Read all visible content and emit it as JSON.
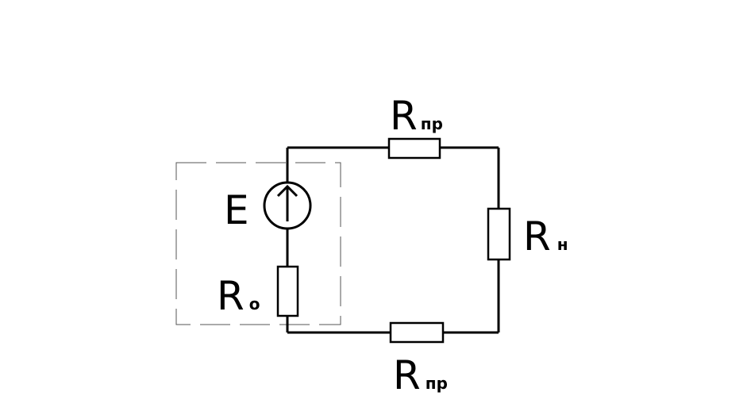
{
  "diagram": {
    "source": {
      "symbol": "E"
    },
    "internal_resistor": {
      "letter": "R",
      "subscript": "o"
    },
    "line_resistor_top": {
      "letter": "R",
      "subscript": "пр"
    },
    "line_resistor_bottom": {
      "letter": "R",
      "subscript": "пр"
    },
    "load_resistor": {
      "letter": "R",
      "subscript": "н"
    },
    "colors": {
      "line": "#000000",
      "boundary": "#555555",
      "background": "#ffffff"
    }
  }
}
